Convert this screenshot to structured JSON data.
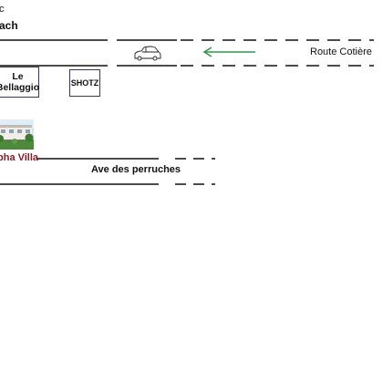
{
  "map": {
    "top_letter": "c",
    "beach_label": "ach",
    "route_label": "Route Cotière",
    "ave_label": "Ave des perruches",
    "villa_label": "pha Villa",
    "places": {
      "bellaggio": "Le Bellaggio",
      "shotz": "SHOTZ"
    },
    "icons": {
      "car": "car-icon",
      "direction": "arrow-left-icon",
      "villa": "villa-photo-icon"
    },
    "colors": {
      "road": "#111111",
      "arrow": "#2e9a4a",
      "villa_label": "#8a1c2b",
      "box_border": "#333a55"
    }
  }
}
